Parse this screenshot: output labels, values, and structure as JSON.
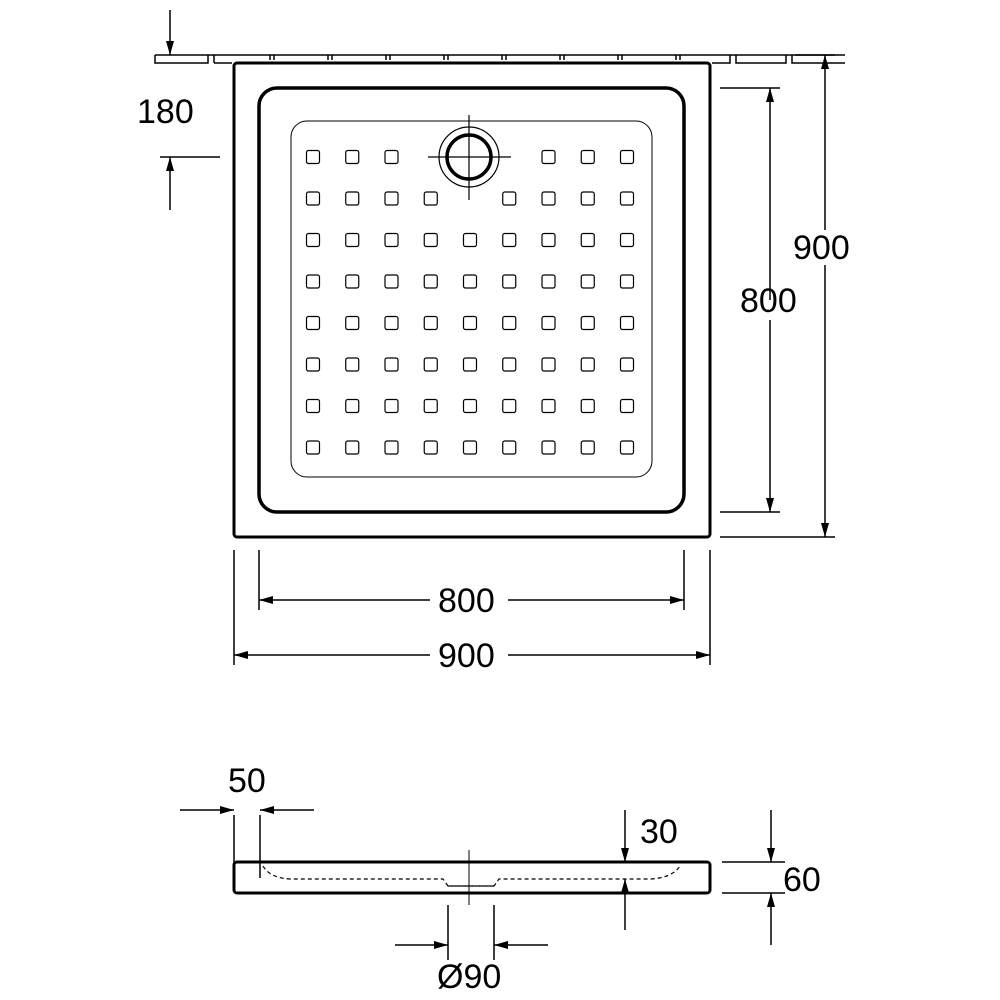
{
  "colors": {
    "stroke": "#000000",
    "background": "#ffffff"
  },
  "plan_view": {
    "dim_rim_offset": "180",
    "dim_inner_height": "800",
    "dim_outer_height": "900",
    "dim_inner_width": "800",
    "dim_outer_width": "900",
    "grid_rows": 8,
    "grid_cols": 9,
    "missing_cells": [
      [
        0,
        3
      ],
      [
        0,
        4
      ],
      [
        0,
        5
      ],
      [
        1,
        4
      ]
    ]
  },
  "side_view": {
    "dim_rim_width": "50",
    "dim_depth": "30",
    "dim_height": "60",
    "dim_drain": "Ø90"
  }
}
